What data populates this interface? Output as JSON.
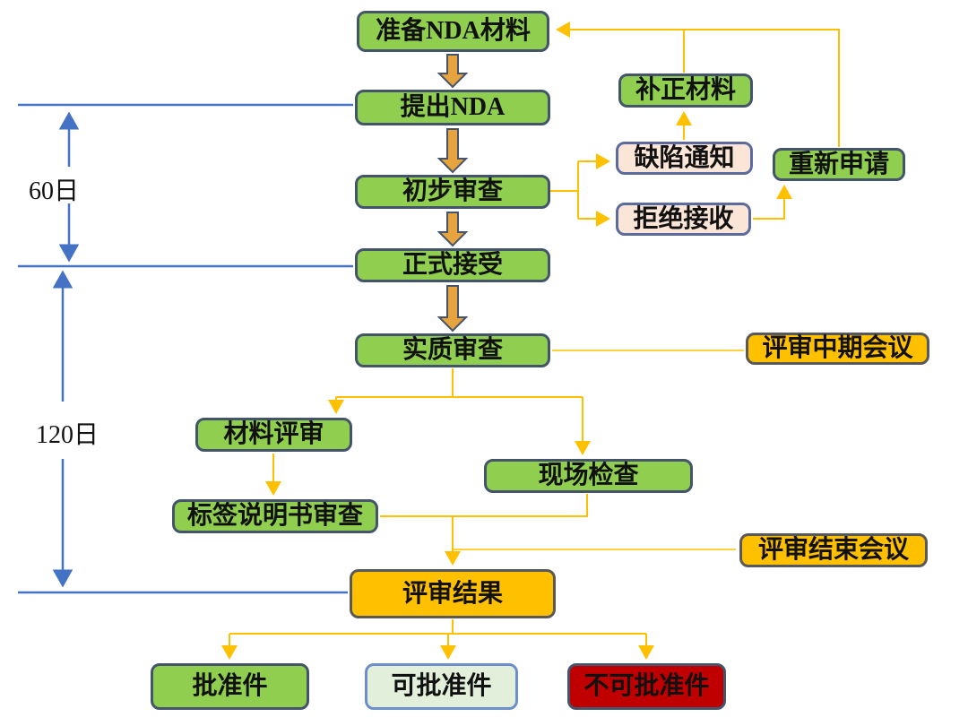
{
  "diagram": {
    "type": "flowchart",
    "language": "zh-CN",
    "subject": "NDA 审批流程图"
  },
  "nodes": {
    "prepare": {
      "label": "准备NDA材料"
    },
    "submit": {
      "label": "提出NDA"
    },
    "preliminary": {
      "label": "初步审查"
    },
    "accept": {
      "label": "正式接受"
    },
    "substantive": {
      "label": "实质审查"
    },
    "material_review": {
      "label": "材料评审"
    },
    "site_inspection": {
      "label": "现场检查"
    },
    "label_review": {
      "label": "标签说明书审查"
    },
    "review_result": {
      "label": "评审结果"
    },
    "approved": {
      "label": "批准件"
    },
    "approvable": {
      "label": "可批准件"
    },
    "not_approvable": {
      "label": "不可批准件"
    },
    "supplement": {
      "label": "补正材料"
    },
    "defect_notice": {
      "label": "缺陷通知"
    },
    "refuse": {
      "label": "拒绝接收"
    },
    "reapply": {
      "label": "重新申请"
    },
    "mid_meeting": {
      "label": "评审中期会议"
    },
    "end_meeting": {
      "label": "评审结束会议"
    }
  },
  "timeline": {
    "phase1_duration": "60日",
    "phase2_duration": "120日"
  },
  "colors": {
    "node_green": "#8FCE4E",
    "node_pink": "#FBE5D6",
    "node_orange": "#FFC000",
    "node_lightgreen": "#E2EFDA",
    "node_red": "#C00000",
    "border_dark_slate": "#44546A",
    "border_gray": "#595959",
    "connector_yellow": "#FFC000",
    "thick_arrow_fill": "#E7A33D",
    "timeline_blue": "#4472C4",
    "text": "#111111",
    "background": "#FFFFFF"
  }
}
